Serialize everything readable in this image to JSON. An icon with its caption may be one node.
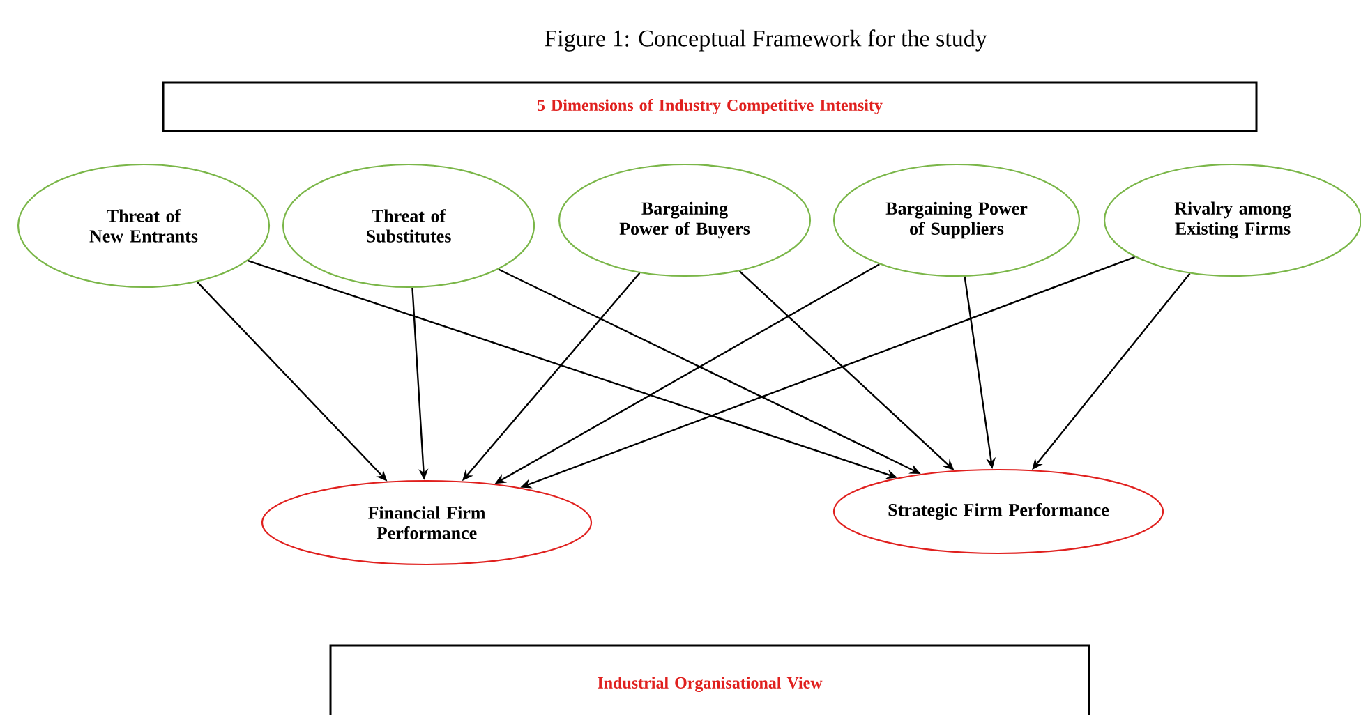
{
  "diagram": {
    "title": "Figure 1: Conceptual Framework for the study",
    "nodes": [
      {
        "text": [
          "5 Dimensions of Industry Competitive Intensity"
        ]
      },
      {
        "text": [
          "Threat of New Entrants"
        ]
      },
      {
        "text": [
          "Threat of Substitutes"
        ]
      },
      {
        "text": [
          "Bargaining Power of Buyers"
        ]
      },
      {
        "text": [
          "Bargaining Power of Suppliers"
        ]
      },
      {
        "text": [
          "Rivalry among Existing Firms"
        ]
      },
      {
        "text": [
          "Financial Firm Performance"
        ]
      },
      {
        "text": [
          "Strategic Firm Performance"
        ]
      },
      {
        "text": [
          "Industrial Organisational View"
        ]
      }
    ],
    "edges": [
      {
        "from": 1,
        "to": 6,
        "arrow": "to"
      },
      {
        "from": 1,
        "to": 7,
        "arrow": "to"
      },
      {
        "from": 2,
        "to": 6,
        "arrow": "to"
      },
      {
        "from": 2,
        "to": 7,
        "arrow": "to"
      },
      {
        "from": 3,
        "to": 6,
        "arrow": "to"
      },
      {
        "from": 3,
        "to": 7,
        "arrow": "to"
      },
      {
        "from": 4,
        "to": 6,
        "arrow": "to"
      },
      {
        "from": 4,
        "to": 7,
        "arrow": "to"
      },
      {
        "from": 5,
        "to": 6,
        "arrow": "to"
      },
      {
        "from": 5,
        "to": 7,
        "arrow": "to"
      }
    ]
  }
}
